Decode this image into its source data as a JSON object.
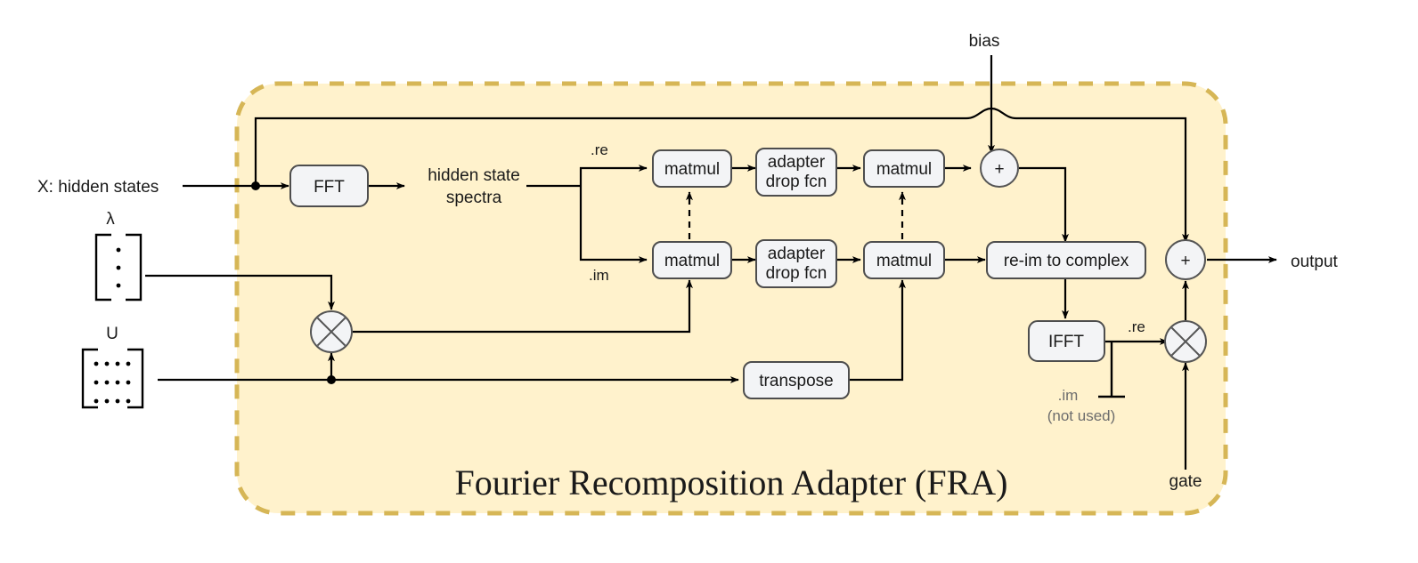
{
  "diagram": {
    "title": "Fourier Recomposition Adapter (FRA)",
    "container_fill": "#fff2cc",
    "container_stroke": "#d6b656",
    "node_fill": "#f3f4f6",
    "node_stroke": "#4d4d4d",
    "wire_color": "#000000",
    "muted_color": "#6d6d6d"
  },
  "external_labels": {
    "input": "X: hidden states",
    "bias": "bias",
    "gate": "gate",
    "output": "output",
    "lambda": "λ",
    "u_matrix": "U"
  },
  "inline_labels": {
    "spectra_line1": "hidden state",
    "spectra_line2": "spectra",
    "branch_re": ".re",
    "branch_im": ".im",
    "ifft_re": ".re",
    "ifft_im": ".im",
    "ifft_im_note": "(not used)"
  },
  "nodes": [
    {
      "id": "fft",
      "label": "FFT"
    },
    {
      "id": "matmul_re1",
      "label": "matmul"
    },
    {
      "id": "adapter_re",
      "label_line1": "adapter",
      "label_line2": "drop fcn"
    },
    {
      "id": "matmul_re2",
      "label": "matmul"
    },
    {
      "id": "matmul_im1",
      "label": "matmul"
    },
    {
      "id": "adapter_im",
      "label_line1": "adapter",
      "label_line2": "drop fcn"
    },
    {
      "id": "matmul_im2",
      "label": "matmul"
    },
    {
      "id": "reim",
      "label": "re-im to complex"
    },
    {
      "id": "ifft",
      "label": "IFFT"
    },
    {
      "id": "transpose",
      "label": "transpose"
    }
  ],
  "operators": [
    {
      "id": "mul_lambda_u",
      "glyph": "⊗",
      "kind": "multiply"
    },
    {
      "id": "add_bias",
      "glyph": "+",
      "kind": "add"
    },
    {
      "id": "mul_gate",
      "glyph": "⊗",
      "kind": "multiply"
    },
    {
      "id": "add_skip",
      "glyph": "+",
      "kind": "add"
    }
  ]
}
